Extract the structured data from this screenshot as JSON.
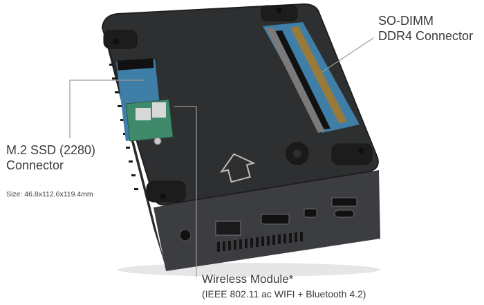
{
  "labels": {
    "sodimm_line1": "SO-DIMM",
    "sodimm_line2": "DDR4 Connector",
    "m2_line1": "M.2 SSD (2280)",
    "m2_line2": "Connector",
    "size": "Size: 46.8x112.6x119.4mm",
    "wireless_line1": "Wireless Module*",
    "wireless_line2": "(IEEE 802.11 ac WIFI + Bluetooth 4.2)"
  },
  "colors": {
    "case_top": "#2e2f31",
    "case_side": "#3b3c3f",
    "pcb": "#3f7fa7",
    "callout_line": "#9a9a9a",
    "text": "#3a3a3a"
  }
}
